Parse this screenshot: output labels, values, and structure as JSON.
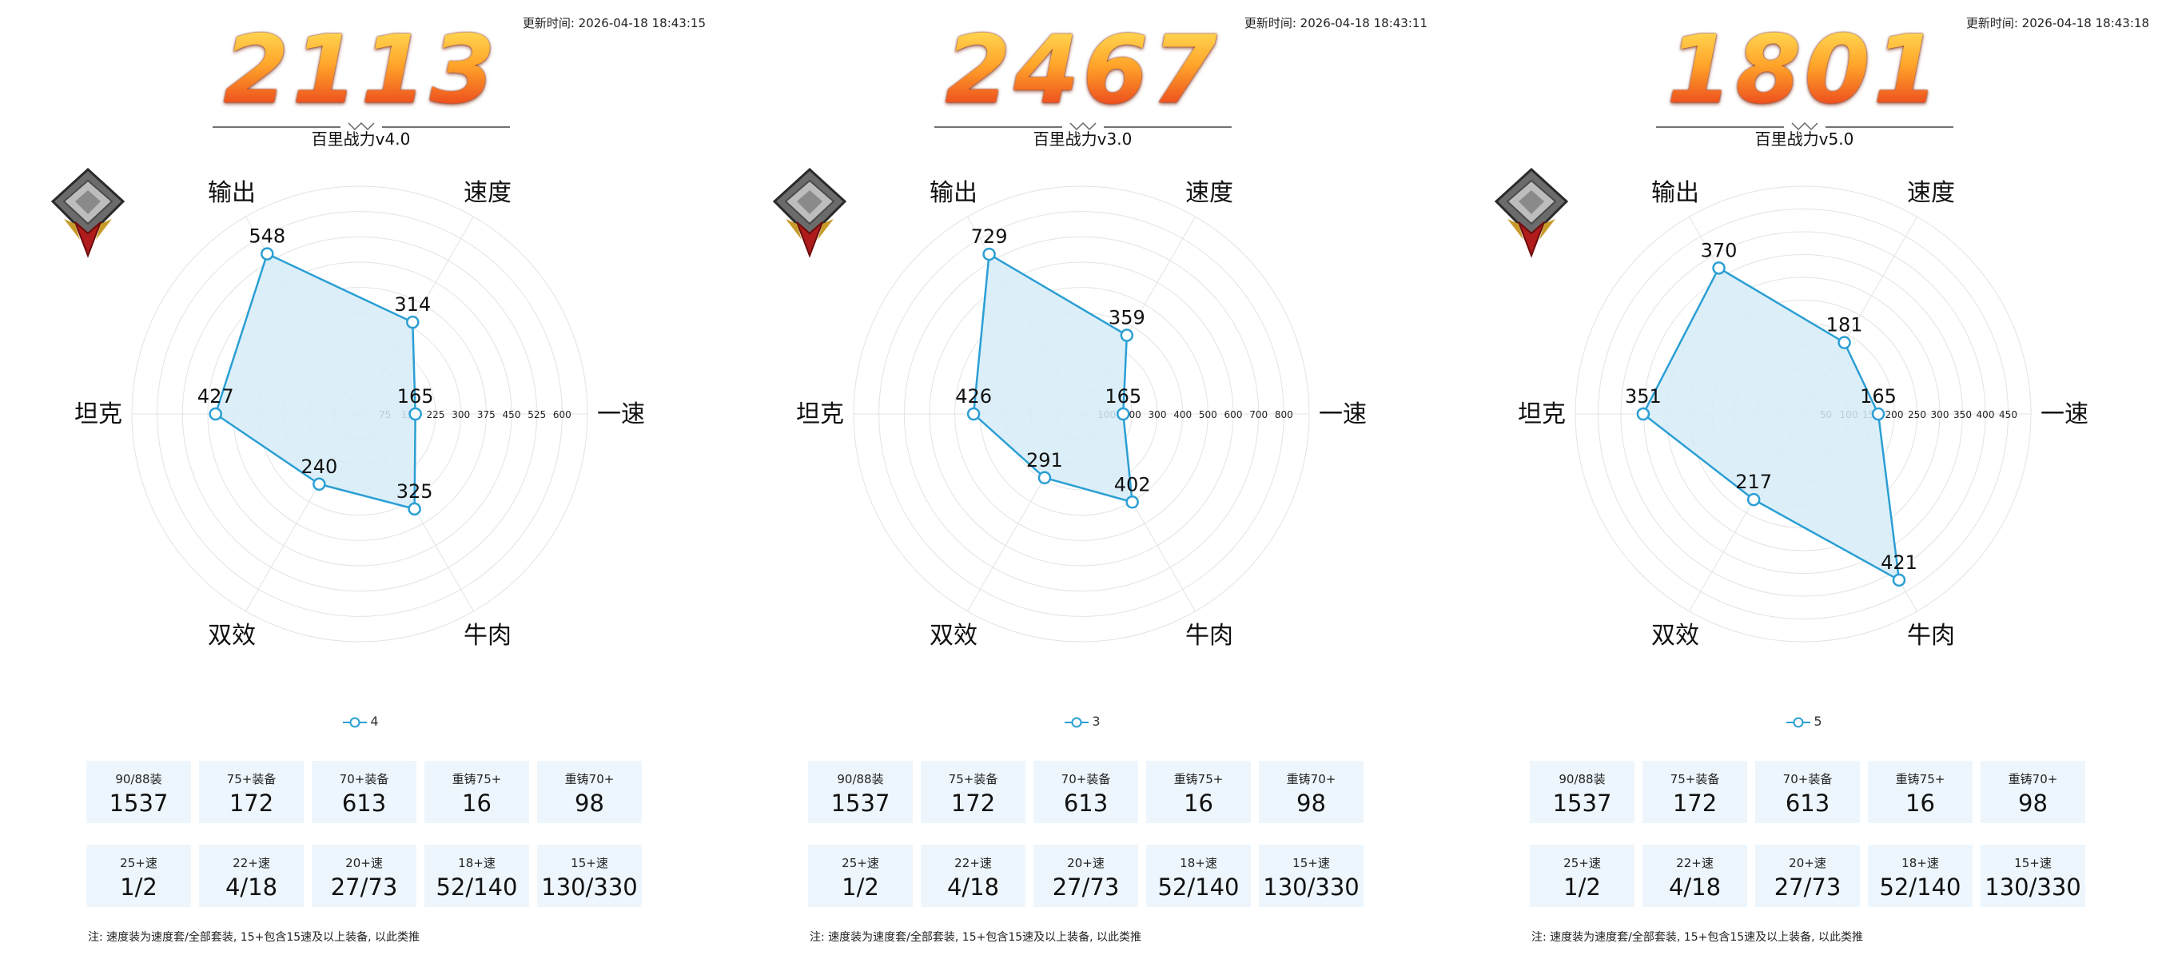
{
  "panels": [
    {
      "timestamp": "更新时间: 2026-04-18 18:43:15",
      "score": "2113",
      "version": "百里战力v4.0",
      "legend": "4",
      "chart_data": {
        "type": "radar",
        "axes": [
          "速度",
          "一速",
          "牛肉",
          "双效",
          "坦克",
          "输出"
        ],
        "values": [
          314,
          165,
          325,
          240,
          427,
          548
        ],
        "rmax": 675,
        "ticks": [
          75,
          150,
          225,
          300,
          375,
          450,
          525,
          600
        ],
        "grid": true,
        "fill_color": "#d6ecf8",
        "line_color": "#2b9fd4"
      }
    },
    {
      "timestamp": "更新时间: 2026-04-18 18:43:11",
      "score": "2467",
      "version": "百里战力v3.0",
      "legend": "3",
      "chart_data": {
        "type": "radar",
        "axes": [
          "速度",
          "一速",
          "牛肉",
          "双效",
          "坦克",
          "输出"
        ],
        "values": [
          359,
          165,
          402,
          291,
          426,
          729
        ],
        "rmax": 900,
        "ticks": [
          100,
          200,
          300,
          400,
          500,
          600,
          700,
          800
        ],
        "grid": true,
        "fill_color": "#d6ecf8",
        "line_color": "#2b9fd4"
      }
    },
    {
      "timestamp": "更新时间: 2026-04-18 18:43:18",
      "score": "1801",
      "version": "百里战力v5.0",
      "legend": "5",
      "chart_data": {
        "type": "radar",
        "axes": [
          "速度",
          "一速",
          "牛肉",
          "双效",
          "坦克",
          "输出"
        ],
        "values": [
          181,
          165,
          421,
          217,
          351,
          370
        ],
        "rmax": 500,
        "ticks": [
          50,
          100,
          150,
          200,
          250,
          300,
          350,
          400,
          450
        ],
        "grid": true,
        "fill_color": "#d6ecf8",
        "line_color": "#2b9fd4"
      }
    }
  ],
  "stats": {
    "row1": [
      {
        "label": "90/88装",
        "value": "1537"
      },
      {
        "label": "75+装备",
        "value": "172"
      },
      {
        "label": "70+装备",
        "value": "613"
      },
      {
        "label": "重铸75+",
        "value": "16"
      },
      {
        "label": "重铸70+",
        "value": "98"
      }
    ],
    "row2": [
      {
        "label": "25+速",
        "value": "1/2"
      },
      {
        "label": "22+速",
        "value": "4/18"
      },
      {
        "label": "20+速",
        "value": "27/73"
      },
      {
        "label": "18+速",
        "value": "52/140"
      },
      {
        "label": "15+速",
        "value": "130/330"
      }
    ]
  },
  "note": "注: 速度装为速度套/全部套装, 15+包含15速及以上装备, 以此类推"
}
